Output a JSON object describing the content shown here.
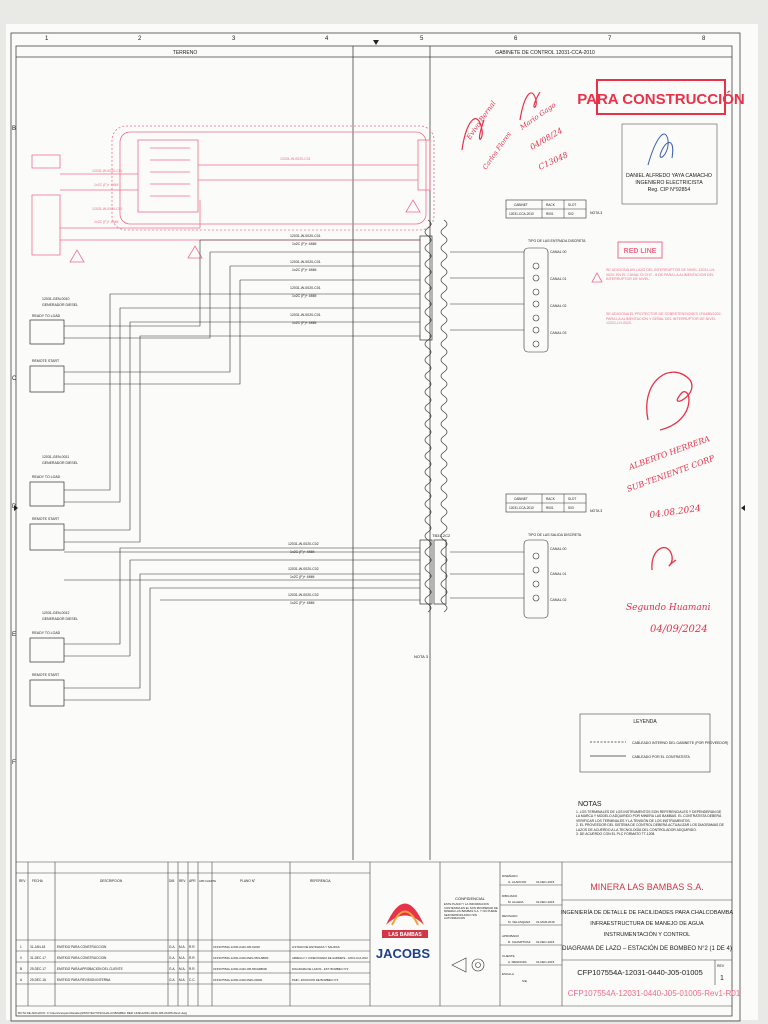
{
  "colors": {
    "ink": "#202020",
    "redline": "#f06d8a",
    "stamp": "#e8324a",
    "company": "#d03848",
    "jacobs_blue": "#1e3f8f"
  },
  "grid": {
    "columns": [
      "1",
      "2",
      "3",
      "4",
      "5",
      "6",
      "7",
      "8"
    ],
    "rows": [
      "B",
      "C",
      "D",
      "E",
      "F"
    ]
  },
  "headers": {
    "left": "TERRENO",
    "right": "GABINETE DE CONTROL 12031-CCA-2010"
  },
  "stamp": {
    "title": "PARA CONSTRUCCIÓN"
  },
  "engineer": {
    "name": "DANIEL ALFREDO YAYA CAMACHO",
    "title": "INGENIERO ELECTRICISTA",
    "reg": "Reg. CIP N°92854"
  },
  "redline": {
    "label": "RED LINE",
    "note1": "SE ADICIONA UN LAZO DEL INTERRUPTOR DE NIVEL 12031-LH-0020, EN EL CANAL DI CH7 - 8 DE PARA LA ALIMENTACION DEL INTERRUPTOR DE NIVEL.",
    "note2": "SE ADICIONA EL PROTECTOR DE SOBRETENSIONES 1FA48B/1002, PARA LA ALIMENTACION Y SEÑAL DEL INTERRUPTOR DE NIVEL 12031-LH-0020."
  },
  "field_devices": [
    {
      "tag": "12031-GEN-0010",
      "desc": "GENERADOR DIESEL",
      "t1": "READY TO LOAD",
      "t2": "REMOTE START"
    },
    {
      "tag": "12031-GEN-0011",
      "desc": "GENERADOR DIESEL",
      "t1": "READY TO LOAD",
      "t2": "REMOTE START"
    },
    {
      "tag": "12031-GEN-0012",
      "desc": "GENERADOR DIESEL",
      "t1": "READY TO LOAD",
      "t2": "REMOTE START"
    }
  ],
  "cables": [
    {
      "tag": "12031-W-0020-C01",
      "spec": "1x2C (F)+ 4MM"
    },
    {
      "tag": "12031-W-0020-C01",
      "spec": "1x2C (F)+ 4MM"
    },
    {
      "tag": "12031-W-0020-C01",
      "spec": "1x2C (F)+ 4MM"
    },
    {
      "tag": "12031-W-0020-C01",
      "spec": "1x2C (F)+ 4MM"
    },
    {
      "tag": "12031-W-0020-C02",
      "spec": "1x2C (F)+ 4MM"
    },
    {
      "tag": "12031-W-0020-C02",
      "spec": "1x2C (F)+ 4MM"
    },
    {
      "tag": "12031-W-0020-C02",
      "spec": "1x2C (F)+ 4MM"
    }
  ],
  "redline_cable": {
    "tag": "12031-W-0020-C01",
    "spec": "1x2C (F)+ 4MM"
  },
  "module_top": {
    "h1": "CABINET",
    "h2": "RACK",
    "h3": "SLOT",
    "v1": "12031-CCA-2010",
    "v2": "R001",
    "v3": "S02",
    "type": "TIPO DE LAS ENTRADA DISCRETA",
    "channels": [
      "CANAL 00",
      "CANAL 01",
      "CANAL 02",
      "CANAL 03"
    ],
    "nota": "NOTA 3"
  },
  "module_bot": {
    "h1": "CABINET",
    "h2": "RACK",
    "h3": "SLOT",
    "v1": "12031-CCA-2010",
    "v2": "R001",
    "v3": "S03",
    "type": "TIPO DE LAS SALIDA DISCRETA",
    "channels": [
      "CANAL 00",
      "CANAL 01",
      "CANAL 02"
    ],
    "nota": "NOTA 3"
  },
  "terminal_tag": "TB31-2C2",
  "nota_tb": "NOTA 3",
  "legend": {
    "title": "LEYENDA",
    "l1": "CABLEADO INTERNO DEL GABINETE (POR PROVEEDOR)",
    "l2": "CABLEADO POR EL CONTRATISTA"
  },
  "notes": {
    "title": "NOTAS",
    "items": [
      "1. LOS TERMINALES DE LOS INSTRUMENTOS SON REFERENCIALES Y DEPENDERÁN DE LA MARCA Y MODELO ADQUIRIDO POR MINERA LAS BAMBAS. EL CONTRATISTA DEBERÁ VERIFICAR LOS TERMINALES Y LA TENSIÓN DE LOS INSTRUMENTOS.",
      "2. EL PROVEEDOR DEL SISTEMA DE CONTROL DEBERÁ ACTUALIZAR LOS DIAGRAMAS DE LAZOS DE ACUERDO A LA TECNOLOGÍA DEL CONTROLADOR ADQUIRIDO.",
      "3. DE ACUERDO CON EL PLC FORMATO TT-1208."
    ]
  },
  "revisions": {
    "headers": [
      "REV",
      "FECHA",
      "DESCRIPCION",
      "DIB",
      "REV",
      "APR",
      "APR.CLIENTE",
      "PLANO N°",
      "REFERENCIA"
    ],
    "rows": [
      [
        "1",
        "31-JAN-18",
        "EMITIDO PARA CONSTRUCCION",
        "G.A.",
        "M.A.",
        "R.R.",
        "",
        "CFP107554A-12031-0440-J05-01000",
        "LISTADO DE ENTRADAS Y SALIDAS"
      ],
      [
        "0",
        "31-DEC-17",
        "EMITIDO PARA CONSTRUCCION",
        "G.A.",
        "M.A.",
        "R.R.",
        "",
        "CFP107554A-12031-0440-DWG-55CH9B0S",
        "ARREGLO Y CONEXIONADO DE GABINETE - 12031-CCA-2010"
      ],
      [
        "B",
        "29-DEC-17",
        "EMITIDO PARA APROBACION DEL CLIENTE",
        "G.A.",
        "M.A.",
        "R.R.",
        "",
        "CFP107554A-12031-0440-J05-550HR8000",
        "DIAGRAMA DE LAZOS - EST. BOMBEO N°2"
      ],
      [
        "A",
        "29-DEC-16",
        "EMITIDO PARA REVISION INTERNA",
        "G.A.",
        "M.A.",
        "C.C.",
        "",
        "CFP107554A-12031-0440-DWG-00000",
        "P&ID - ESTACION DE BOMBEO N°2"
      ]
    ]
  },
  "title_block": {
    "logo_text": "LAS BAMBAS",
    "jacobs": "JACOBS",
    "conf_title": "CONFIDENCIAL",
    "conf_text": "ESTE PLANO Y LA INFORMACION CONTENIDA EN EL SON PROPIEDAD DE MINERA LAS BAMBAS S.A. Y NO PUEDE SER REPRODUCIDO SIN AUTORIZACION",
    "roles": [
      {
        "role": "DISEÑADO",
        "name": "G. ALARCON",
        "date": "31-DEC-2015"
      },
      {
        "role": "DIBUJADO",
        "name": "M. ALLERA",
        "date": "31-DEC-2015"
      },
      {
        "role": "REVISADO",
        "name": "M. VELASQUEZ",
        "date": "31-MAR-2016"
      },
      {
        "role": "APROBADO",
        "name": "R. CHAMPTRAZ",
        "date": "31-DEC-2015"
      },
      {
        "role": "CLIENTE",
        "name": "A. MENDOZA",
        "date": "31-DEC-2015"
      }
    ],
    "scale_label": "ESCALA",
    "scale": "S/E",
    "company": "MINERA LAS BAMBAS S.A.",
    "line1": "INGENIERÍA DE DETALLE DE FACILIDADES PARA CHALCOBAMBA",
    "line2": "INFRAESTRUCTURA DE MANEJO DE AGUA",
    "line3": "INSTRUMENTACIÓN Y CONTROL",
    "line4": "DIAGRAMA DE LAZO – ESTACIÓN DE BOMBEO N°2 (1 DE 4)",
    "doc_no": "CFP107554A-12031-0440-J05-01005",
    "rev_label": "REV",
    "rev": "1",
    "doc_no_red": "CFP107554A-12031-0440-J05-01005-Rev1-R01"
  },
  "file_path": "RUTA DE ARCHIVO: C:\\Users\\ctoquim\\Desktop\\PROYECTOS\\CHALCOBAMBA\\ RED LINE\\12031-0440-J05-01005-Rev1.dwg",
  "handwriting": {
    "h1": "Evivo Bernal",
    "h2": "Carlos Flores",
    "h3": "Mario Gago",
    "h4": "04/08/24",
    "h5": "C13048",
    "h6": "ALBERTO HERRERA",
    "h7": "SUB-TENIENTE CORP",
    "h8": "04.08.2024",
    "h9": "Segundo Huamani",
    "h10": "04/09/2024"
  }
}
